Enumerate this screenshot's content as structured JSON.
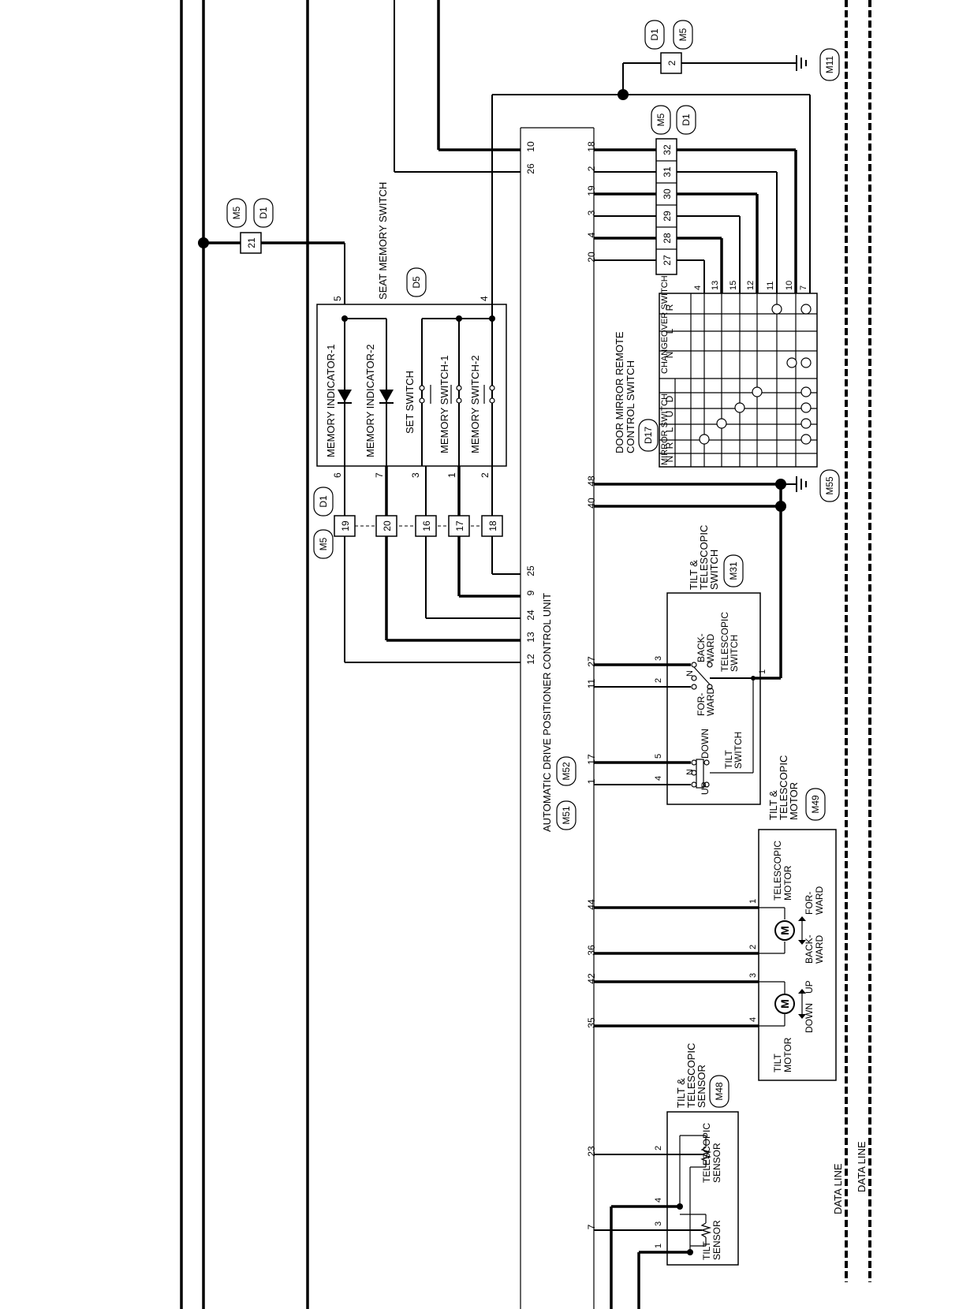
{
  "control_unit": {
    "title": "AUTOMATIC DRIVE POSITIONER CONTROL UNIT",
    "connectors": [
      "M51",
      "M52"
    ],
    "pins_left": [
      "10",
      "26",
      "25",
      "9",
      "24",
      "13",
      "12"
    ],
    "pins_right": [
      "18",
      "2",
      "19",
      "3",
      "4",
      "20",
      "48",
      "40",
      "27",
      "11",
      "17",
      "1",
      "44",
      "36",
      "42",
      "35",
      "23",
      "7"
    ]
  },
  "seat_memory_switch": {
    "title": "SEAT MEMORY SWITCH",
    "connector": "D5",
    "items": [
      "MEMORY INDICATOR-1",
      "MEMORY INDICATOR-2",
      "SET SWITCH",
      "MEMORY SWITCH-1",
      "MEMORY SWITCH-2"
    ],
    "pins_top": [
      "5",
      "4"
    ],
    "pins_bottom": [
      "6",
      "7",
      "3",
      "1",
      "2"
    ]
  },
  "junction_m5_d1_top": {
    "connectors": [
      "M5",
      "D1"
    ],
    "pin": "21"
  },
  "junction_m5_d1_mid": {
    "connectors": [
      "M5",
      "D1"
    ],
    "pins": [
      "19",
      "20",
      "16",
      "17",
      "18"
    ]
  },
  "junction_d1_m5_ground": {
    "connectors": [
      "D1",
      "M5"
    ],
    "pin": "2"
  },
  "grounds": [
    "M11",
    "M55"
  ],
  "door_mirror": {
    "connectors_top": [
      "M5",
      "D1"
    ],
    "junction_pins": [
      "32",
      "31",
      "30",
      "29",
      "28",
      "27"
    ],
    "title_line1": "DOOR MIRROR REMOTE",
    "title_line2": "CONTROL SWITCH",
    "connector": "D17",
    "mirror_switch": "MIRROR SWITCH",
    "changeover_switch": "CHANGEOVER SWITCH",
    "mirror_cols": [
      "N",
      "R",
      "L",
      "U",
      "D"
    ],
    "changeover_cols": [
      "N",
      "L",
      "R"
    ],
    "pins": [
      "4",
      "13",
      "15",
      "12",
      "11",
      "10",
      "7"
    ]
  },
  "tilt_tele_switch": {
    "title_line1": "TILT &",
    "title_line2": "TELESCOPIC",
    "title_line3": "SWITCH",
    "connector": "M31",
    "telescopic_label1": "TELESCOPIC",
    "telescopic_label2": "SWITCH",
    "tilt_label1": "TILT",
    "tilt_label2": "SWITCH",
    "backward1": "BACK-",
    "backward2": "WARD",
    "forward1": "FOR-",
    "forward2": "WARD",
    "down": "DOWN",
    "up": "UP",
    "n": "N",
    "pins": [
      "3",
      "2",
      "1",
      "5",
      "4"
    ]
  },
  "tilt_tele_motor": {
    "title_line1": "TILT &",
    "title_line2": "TELESCOPIC",
    "title_line3": "MOTOR",
    "connector": "M49",
    "telescopic_motor1": "TELESCOPIC",
    "telescopic_motor2": "MOTOR",
    "tilt_motor1": "TILT",
    "tilt_motor2": "MOTOR",
    "back1": "BACK-",
    "back2": "WARD",
    "for1": "FOR-",
    "for2": "WARD",
    "down": "DOWN",
    "up": "UP",
    "motor_symbol": "M",
    "pins": [
      "1",
      "2",
      "3",
      "4"
    ]
  },
  "tilt_tele_sensor": {
    "title_line1": "TILT &",
    "title_line2": "TELESCOPIC",
    "title_line3": "SENSOR",
    "connector": "M48",
    "telescopic_sensor1": "TELESCOPIC",
    "telescopic_sensor2": "SENSOR",
    "tilt_sensor1": "TILT",
    "tilt_sensor2": "SENSOR",
    "pins": [
      "2",
      "4",
      "3",
      "1"
    ]
  },
  "data_lines": [
    "DATA LINE",
    "DATA LINE"
  ]
}
